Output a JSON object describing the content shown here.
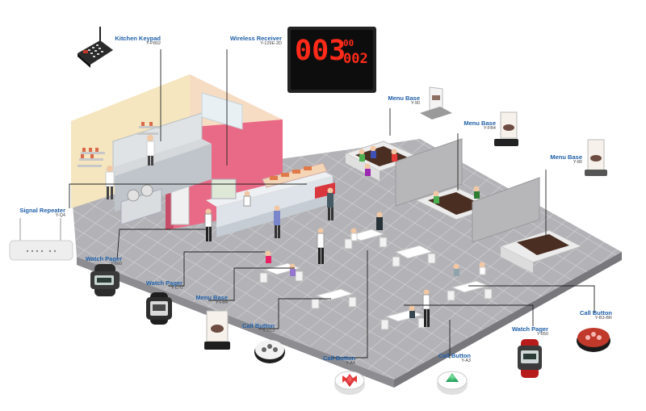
{
  "display": {
    "digits": "003",
    "small": "00",
    "sub": "002"
  },
  "labels": {
    "kitchen_keypad": {
      "title": "Kitchen Keypad",
      "model": "Y-P802"
    },
    "wireless_receiver": {
      "title": "Wireless Receiver",
      "model": "Y-129E-2D"
    },
    "menu_base_1": {
      "title": "Menu Base",
      "model": "Y-90"
    },
    "menu_base_2": {
      "title": "Menu Base",
      "model": "Y-FB4"
    },
    "menu_base_3": {
      "title": "Menu Base",
      "model": "Y-80"
    },
    "signal_repeater": {
      "title": "Signal Repeater",
      "model": "Y-Q4"
    },
    "watch_pager_1": {
      "title": "Watch Pager",
      "model": "Y-660"
    },
    "watch_pager_2": {
      "title": "Watch Pager",
      "model": "Y-670"
    },
    "menu_base_4": {
      "title": "Menu Base",
      "model": "Y-FB4"
    },
    "call_button_1": {
      "title": "Call Button",
      "model": "Y-B13"
    },
    "call_button_2": {
      "title": "Call Button",
      "model": "Y-A4"
    },
    "call_button_3": {
      "title": "Call Button",
      "model": "Y-A3"
    },
    "watch_pager_3": {
      "title": "Watch Pager",
      "model": "Y-650"
    },
    "call_button_4": {
      "title": "Call Button",
      "model": "Y-B3-BR"
    }
  },
  "colors": {
    "label_blue": "#1f5fa8",
    "leader": "#222222",
    "floor": "#a9a9ad",
    "kitchen_wall": "#f6e3b0",
    "pink_wall": "#e96a86",
    "led_red": "#ff2a1a"
  }
}
